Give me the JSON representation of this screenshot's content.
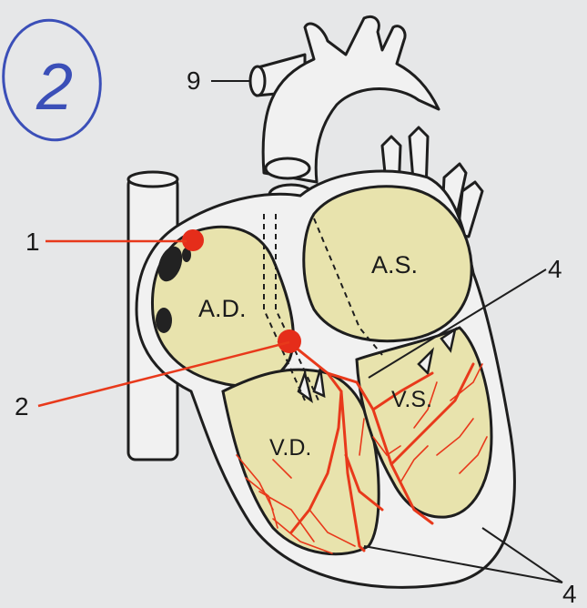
{
  "badge": {
    "text": "2"
  },
  "labels": {
    "n1": "1",
    "n2": "2",
    "n4_top": "4",
    "n4_bottom": "4",
    "n9": "9",
    "ad": "A.D.",
    "as": "A.S.",
    "vd": "V.D.",
    "vs": "V.S."
  },
  "colors": {
    "paper": "#e6e7e8",
    "chamber": "#e8e3ad",
    "outline": "#1e1e1e",
    "conduction": "#e8391b",
    "node": "#e52d1a",
    "badge_ink": "#3b4fb8"
  }
}
